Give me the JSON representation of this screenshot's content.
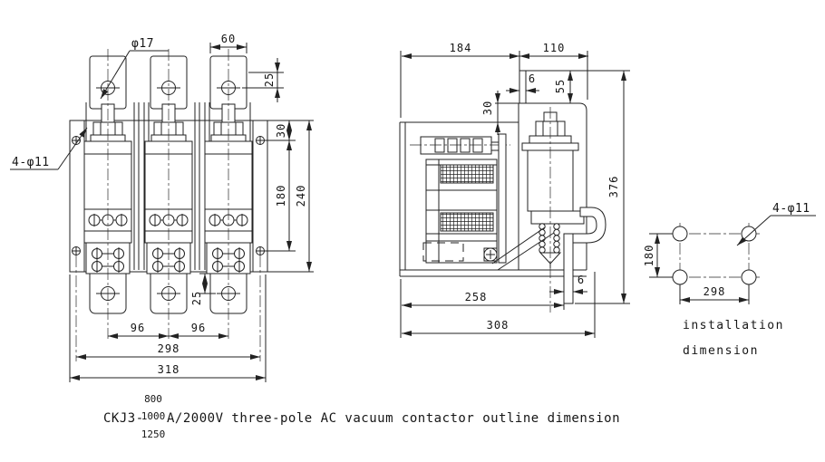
{
  "front_view": {
    "label_phi17": "φ17",
    "label_4phi11": "4-φ11",
    "dim_tab_width": "60",
    "dim_tab_hole_offset": "25",
    "dim_side_hole_top": "30",
    "dim_side_holes_spacing": "180",
    "dim_side_plate_height": "240",
    "dim_bottom_hole_offset": "25",
    "dim_pole_pitch_1": "96",
    "dim_pole_pitch_2": "96",
    "dim_mounting_width": "298",
    "dim_overall_width": "318"
  },
  "side_view": {
    "dim_body_depth": "184",
    "dim_pole_depth": "110",
    "dim_top_tab_thickness": "6",
    "dim_top_tab_height": "55",
    "dim_top_offset": "30",
    "dim_overall_height": "376",
    "dim_base_depth": "258",
    "dim_bottom_tab_thickness": "6",
    "dim_overall_depth": "308"
  },
  "installation_view": {
    "label_4phi11": "4-φ11",
    "dim_vertical": "180",
    "dim_horizontal": "298",
    "caption_line1": "installation",
    "caption_line2": "dimension"
  },
  "caption": {
    "model_prefix": "CKJ3-",
    "ratings": [
      "800",
      "1000",
      "1250"
    ],
    "description": "A/2000V three-pole AC vacuum contactor outline dimension"
  }
}
